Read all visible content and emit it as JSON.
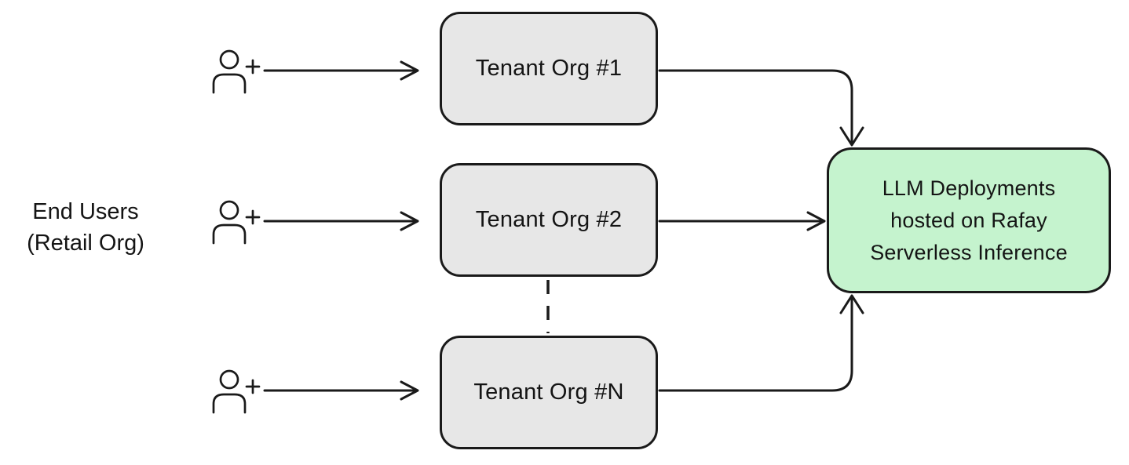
{
  "colors": {
    "stroke": "#1a1a1a",
    "text": "#141414",
    "tenant_fill": "#e7e7e7",
    "target_fill": "#c5f3ce",
    "background": "#ffffff"
  },
  "left_label": {
    "lines": [
      "End Users",
      "(Retail Org)"
    ]
  },
  "icons": {
    "user_add": "user-plus-icon"
  },
  "tenants": [
    {
      "label": "Tenant Org #1"
    },
    {
      "label": "Tenant Org #2"
    },
    {
      "label": "Tenant Org #N"
    }
  ],
  "target": {
    "lines": [
      "LLM Deployments",
      "hosted on Rafay",
      "Serverless Inference"
    ]
  }
}
